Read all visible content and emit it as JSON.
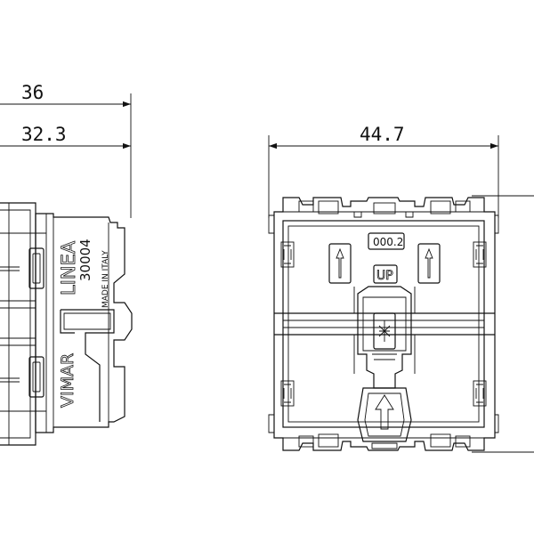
{
  "dimensions": {
    "side_depth_total": "36",
    "side_depth_body": "32.3",
    "front_width": "44.7"
  },
  "side_view": {
    "brand": "VIMAR",
    "series": "LINEA",
    "code": "30004",
    "origin": "MADE IN ITALY"
  },
  "front_view": {
    "label_code": "000.2",
    "label_up": "UP"
  },
  "colors": {
    "line": "#111111",
    "background": "#ffffff"
  }
}
